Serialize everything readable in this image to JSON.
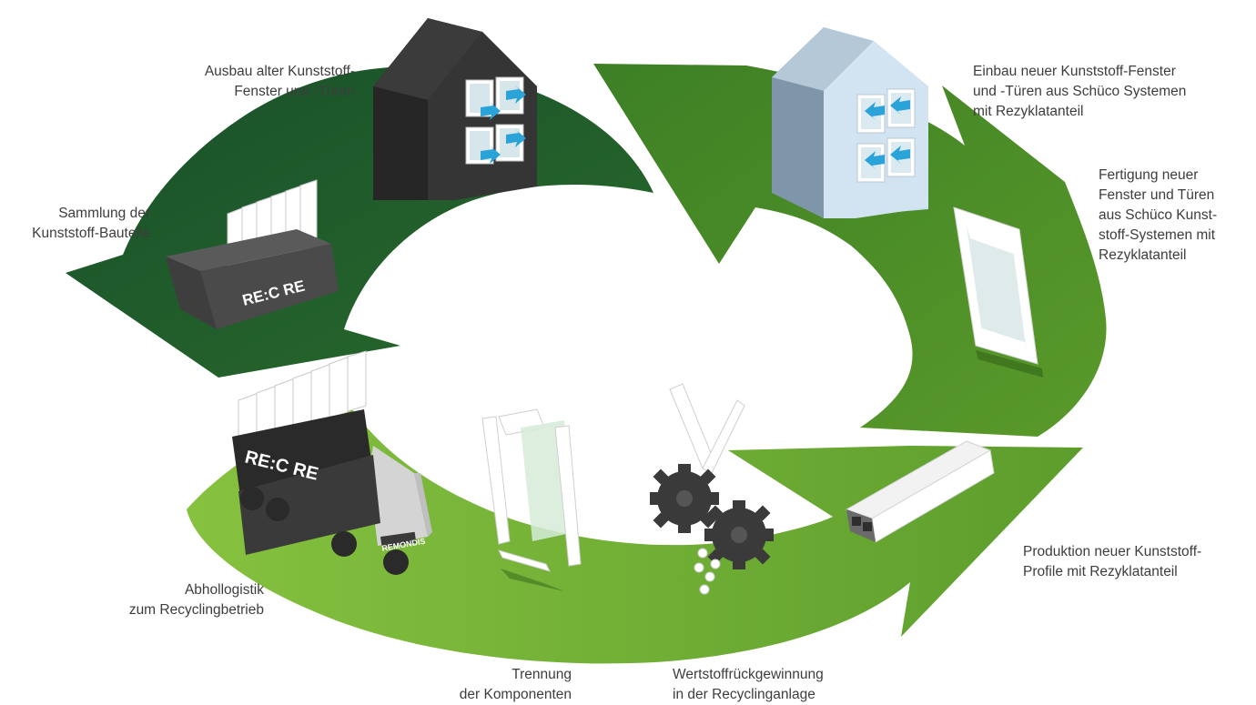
{
  "steps": [
    {
      "id": "ausbau",
      "text": "Ausbau alter Kunststoff-\nFenster und -Türen"
    },
    {
      "id": "einbau",
      "text": "Einbau neuer Kunststoff-Fenster\nund -Türen aus Schüco Systemen\nmit Rezyklatanteil"
    },
    {
      "id": "fertigung",
      "text": "Fertigung neuer\nFenster und Türen\naus Schüco Kunst-\nstoff-Systemen mit\nRezyklatanteil"
    },
    {
      "id": "sammlung",
      "text": "Sammlung der\nKunststoff-Bauteile"
    },
    {
      "id": "produktion",
      "text": "Produktion neuer Kunststoff-\nProfile mit Rezyklatanteil"
    },
    {
      "id": "abhol",
      "text": "Abhollogistik\nzum Recyclingbetrieb"
    },
    {
      "id": "trennung",
      "text": "Trennung\nder Komponenten"
    },
    {
      "id": "wertstoff",
      "text": "Wertstoffrückgewinnung\nin der Recyclinganlage"
    }
  ],
  "brands": {
    "recore_container": "RE:C RE",
    "recore_truck": "RE:C RE",
    "remondis": "REMONDIS"
  },
  "colors": {
    "dark_green": "#1f5a2a",
    "mid_green": "#3f8a28",
    "light_green": "#7ab73a",
    "house_dark": "#2e2e2e",
    "house_light": "#c9dbea",
    "arrow_blue": "#2aa3d8",
    "recore_ring": "#1f9aa0"
  }
}
